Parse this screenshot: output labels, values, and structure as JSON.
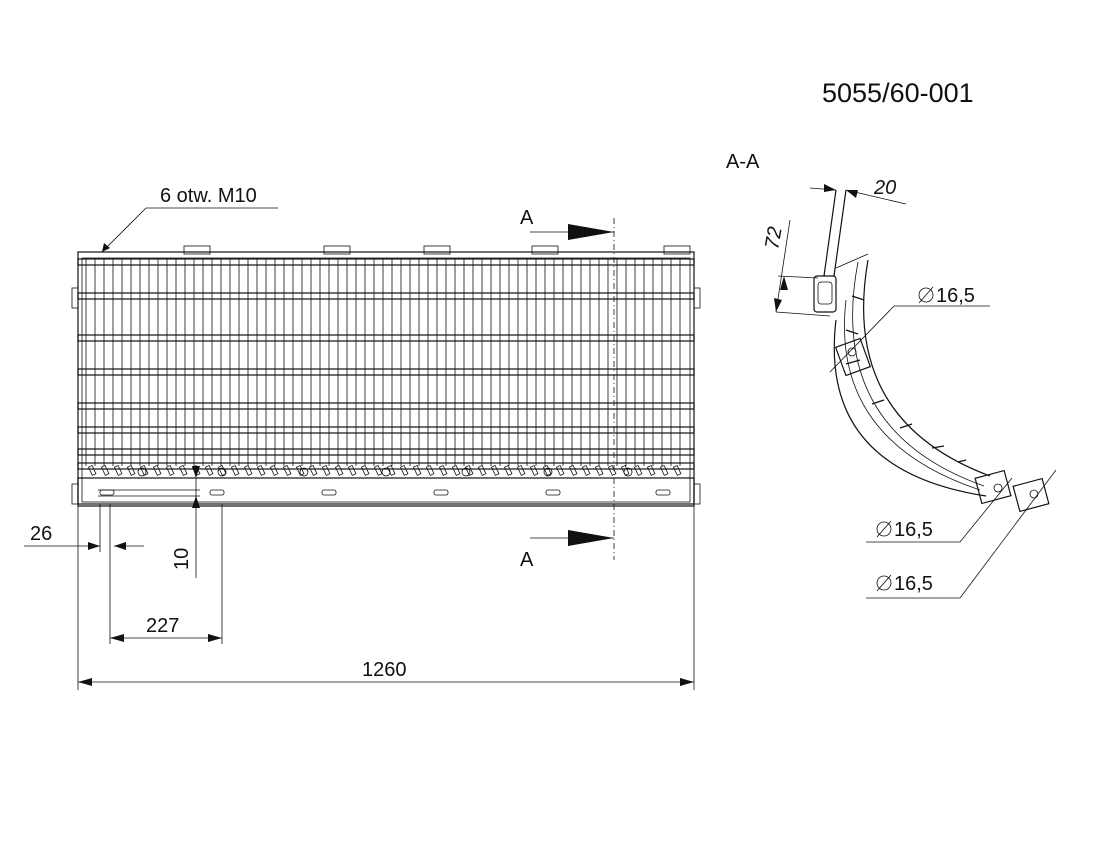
{
  "drawing_number": "5055/60-001",
  "section_title": "A-A",
  "section_marker_top": "A",
  "section_marker_bottom": "A",
  "hole_callout": "6 otw. M10",
  "dimensions": {
    "overall_width": "1260",
    "spacing_227": "227",
    "offset_26": "26",
    "height_10": "10",
    "section_72": "72",
    "section_20": "20",
    "dia_top": "16,5",
    "dia_mid": "16,5",
    "dia_bottom": "16,5"
  }
}
